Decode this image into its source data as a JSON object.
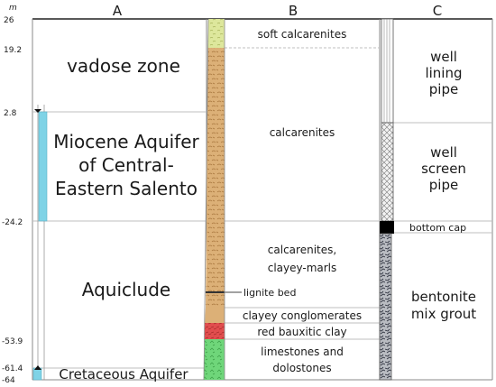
{
  "unit": "m",
  "columns": {
    "a": "A",
    "b": "B",
    "c": "C"
  },
  "depth_ticks": [
    "26",
    "19.2",
    "2.8",
    "-24.2",
    "-53.9",
    "-61.4",
    "-64"
  ],
  "colors": {
    "aquifer_bar": "#7fd3e6",
    "soft_calcarenite": "#dde79c",
    "calcarenite": "#dcb077",
    "red_clay": "#e14e4e",
    "limestone": "#6fd67a",
    "cap": "#000000",
    "grout": "#b9bcc2",
    "grid": "#bfbfbf"
  },
  "column_a": {
    "vadose": "vadose zone",
    "miocene": [
      "Miocene Aquifer",
      "of Central-",
      "Eastern Salento"
    ],
    "aquiclude": "Aquiclude",
    "cretaceous": "Cretaceous Aquifer"
  },
  "column_b": {
    "soft": "soft calcarenites",
    "calc": "calcarenites",
    "calc_marls": [
      "calcarenites,",
      "clayey-marls"
    ],
    "lignite": "lignite bed",
    "conglom": "clayey conglomerates",
    "bauxitic": "red bauxitic clay",
    "limestone": [
      "limestones and",
      "dolostones"
    ]
  },
  "column_c": {
    "lining": [
      "well",
      "lining",
      "pipe"
    ],
    "screen": [
      "well",
      "screen",
      "pipe"
    ],
    "cap": "bottom cap",
    "grout": [
      "bentonite",
      "mix grout"
    ]
  }
}
